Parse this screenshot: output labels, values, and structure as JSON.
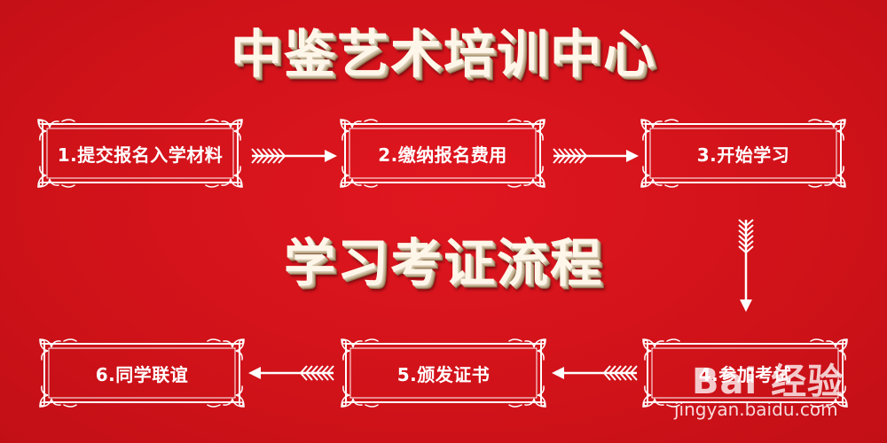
{
  "header": {
    "title": "中鉴艺术培训中心"
  },
  "subtitle": {
    "title": "学习考证流程"
  },
  "steps": [
    {
      "label": "1.提交报名入学材料"
    },
    {
      "label": "2.缴纳报名费用"
    },
    {
      "label": "3.开始学习"
    },
    {
      "label": "4.参加考试"
    },
    {
      "label": "5.颁发证书"
    },
    {
      "label": "6.同学联谊"
    }
  ],
  "watermark": {
    "logo": "Bai 经验",
    "url": "jingyan.baidu.com"
  },
  "colors": {
    "background": "#d3141c",
    "frame": "#ffffff",
    "title_face": "#fff6ea",
    "title_shadow": "#8f7855"
  },
  "icons": {
    "arrow": "feather-arrow-icon"
  }
}
